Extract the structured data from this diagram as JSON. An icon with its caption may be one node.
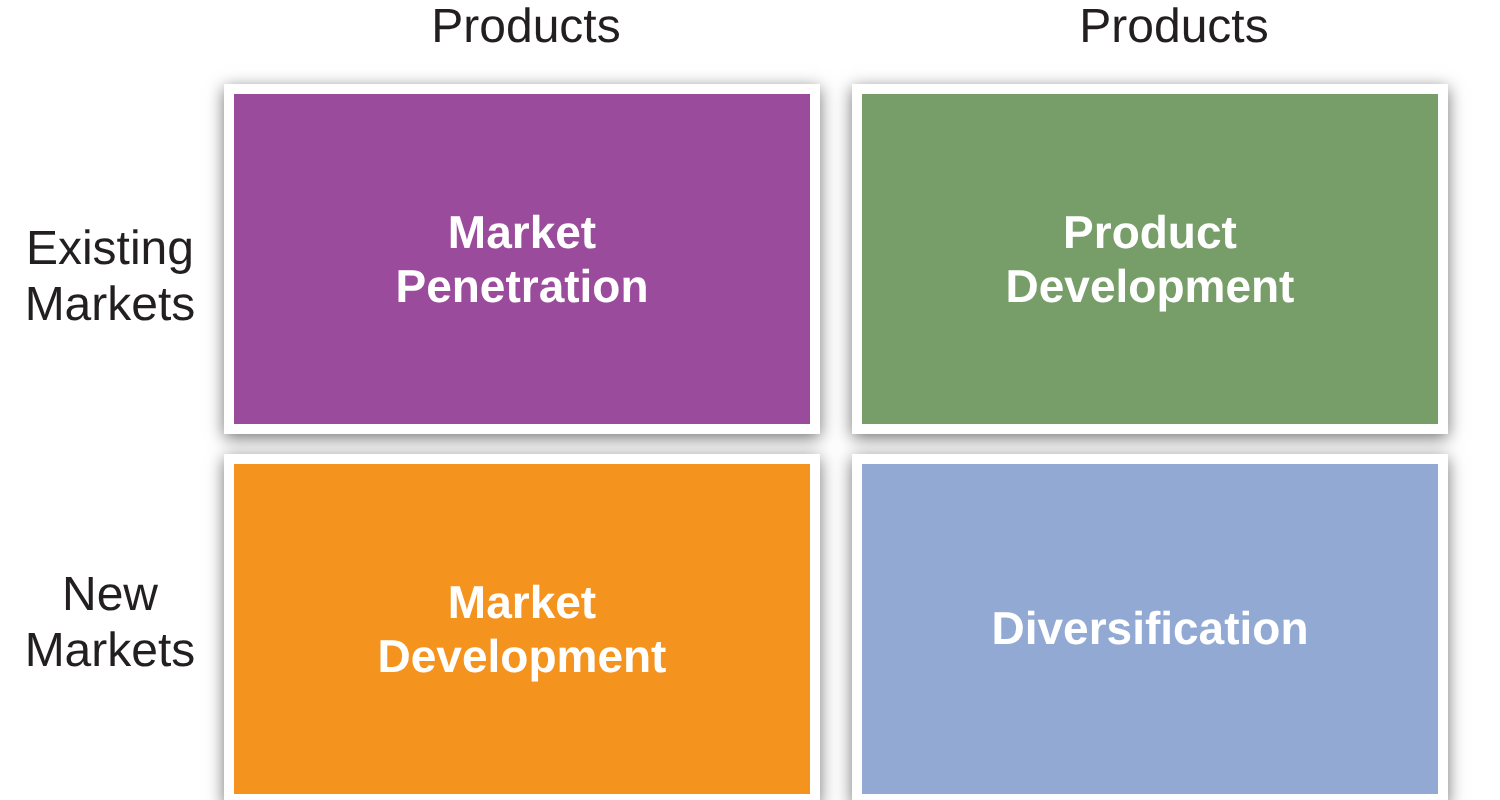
{
  "diagram": {
    "nodes": [
      {
        "text": [
          "Market Penetration"
        ]
      },
      {
        "text": [
          "Product Development"
        ]
      },
      {
        "text": [
          "Market Development"
        ]
      },
      {
        "text": [
          "Diversification"
        ]
      }
    ],
    "labels": [
      "Products",
      "Products",
      "Existing Markets",
      "New Markets"
    ]
  }
}
